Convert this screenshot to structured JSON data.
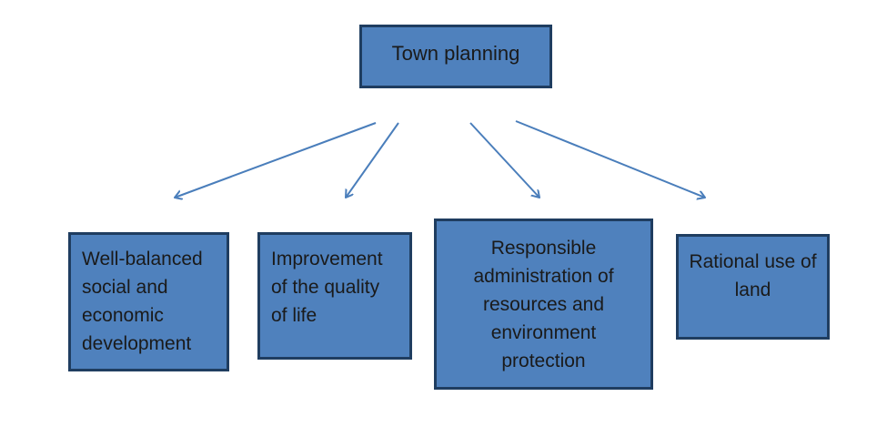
{
  "colors": {
    "box_fill": "#4f81bd",
    "box_border": "#1f3d60",
    "arrow": "#4a7ebb",
    "text": "#1a1a1a",
    "background": "#ffffff"
  },
  "diagram": {
    "root": {
      "label": "Town planning"
    },
    "branches": [
      {
        "lines": [
          "Well-balanced",
          "social and",
          "economic",
          "development"
        ]
      },
      {
        "lines": [
          "Improvement",
          "of the quality",
          "of life"
        ]
      },
      {
        "lines": [
          "Responsible",
          "administration of",
          "resources and",
          "environment",
          "protection"
        ]
      },
      {
        "lines": [
          "Rational use of",
          "land"
        ]
      }
    ]
  }
}
